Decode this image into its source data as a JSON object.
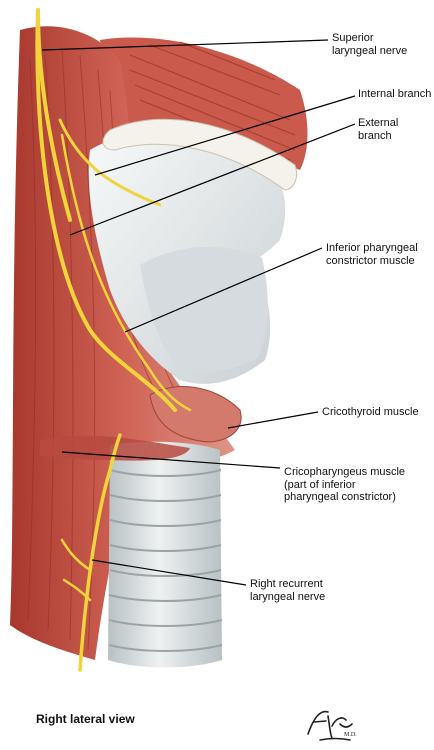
{
  "labels": {
    "superior_laryngeal_nerve": "Superior\nlaryngeal nerve",
    "internal_branch": "Internal branch",
    "external_branch": "External branch",
    "inferior_pharyngeal_constrictor": "Inferior pharyngeal\nconstrictor muscle",
    "cricothyroid_muscle": "Cricothyroid muscle",
    "cricopharyngeus_muscle": "Cricopharyngeus muscle\n(part of inferior\npharyngeal constrictor)",
    "right_recurrent_laryngeal_nerve": "Right recurrent\nlaryngeal nerve"
  },
  "caption": "Right lateral view",
  "signature": "F. Netter M.D.",
  "colors": {
    "muscle": "#c8584a",
    "muscle_dark": "#a63a30",
    "muscle_light": "#e2a494",
    "cartilage": "#e9ecec",
    "cartilage_shadow": "#c3cacd",
    "nerve": "#f2d63c",
    "leader": "#000000"
  }
}
